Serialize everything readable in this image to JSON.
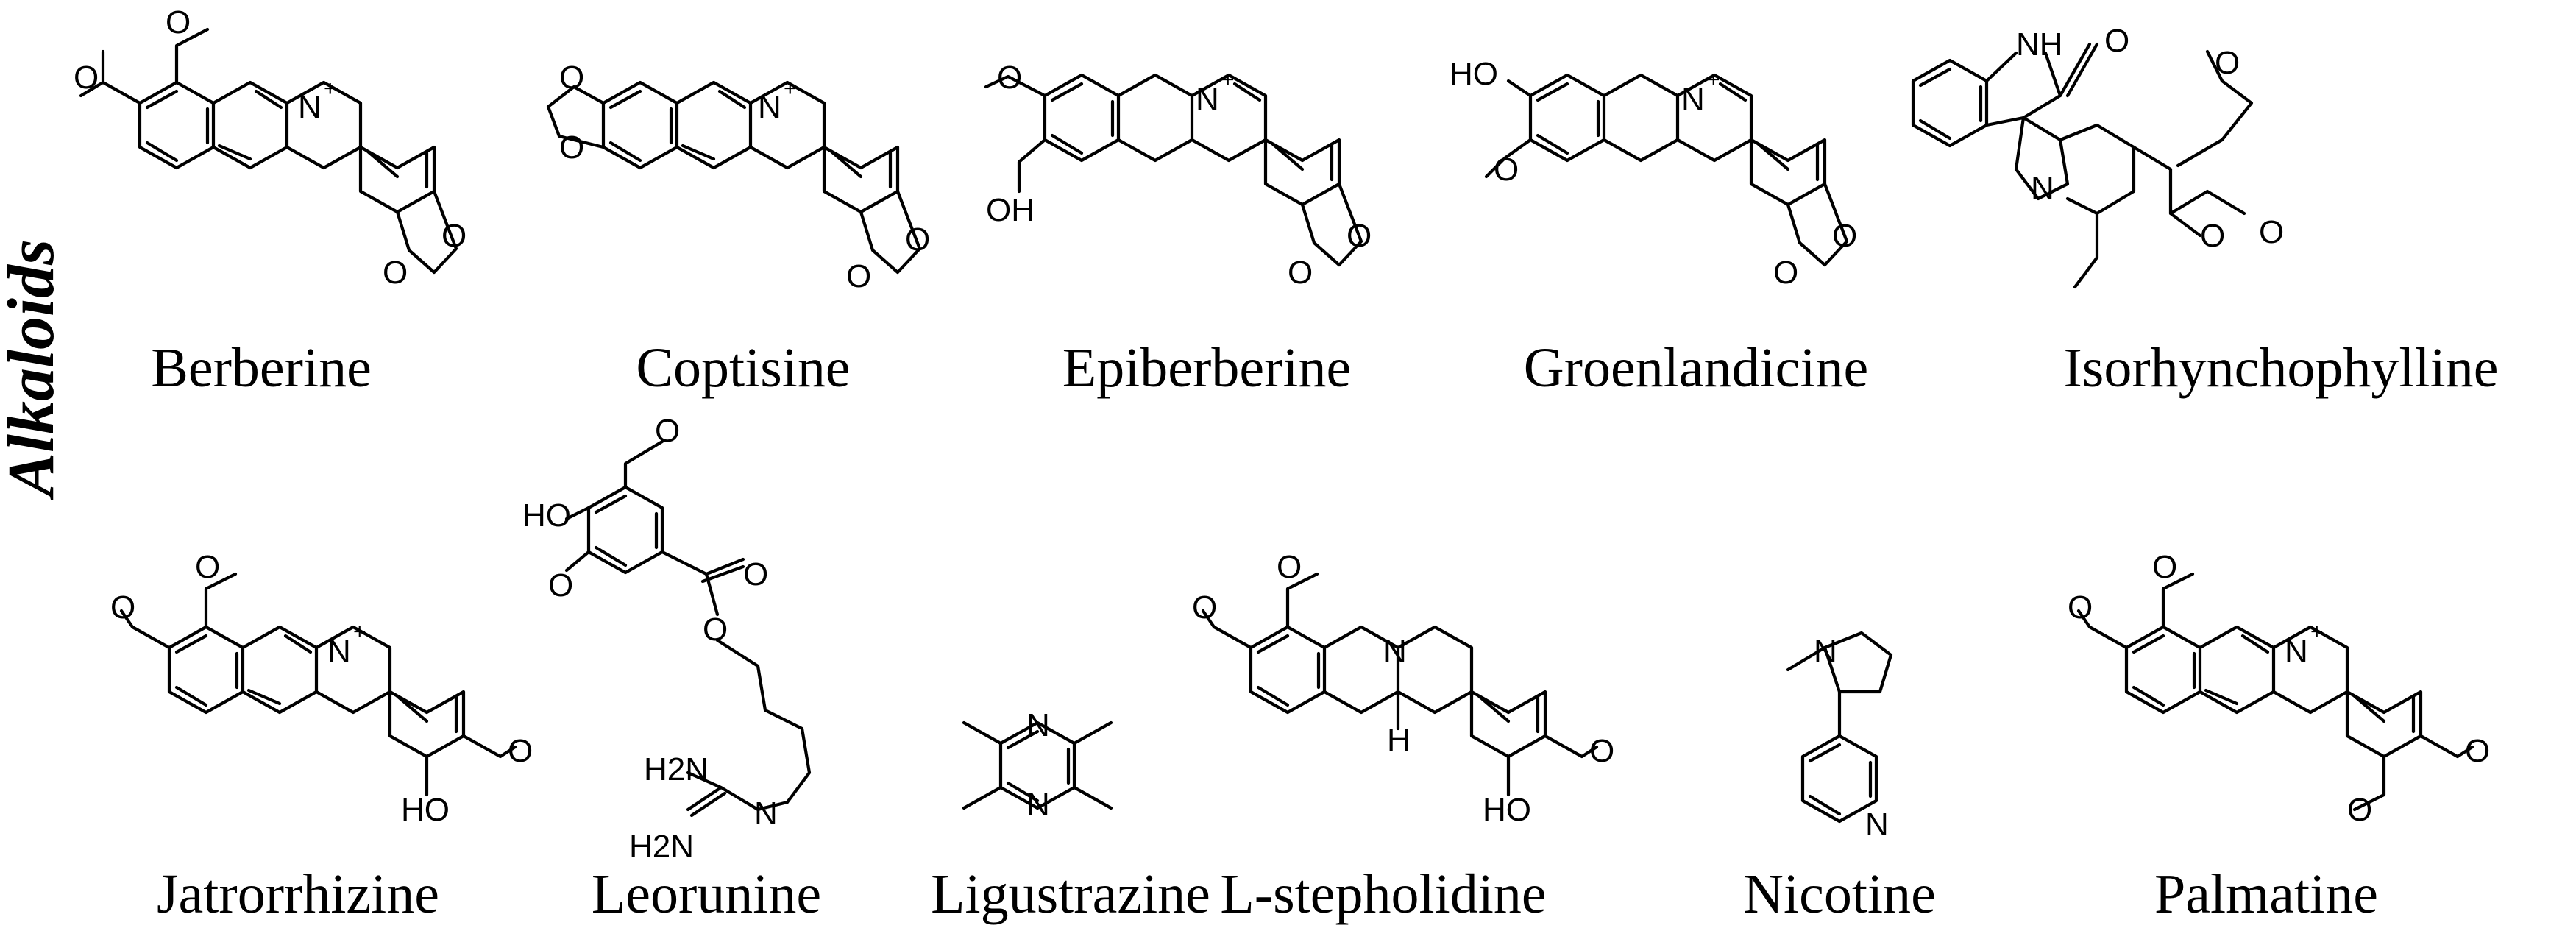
{
  "category_label": "Alkaloids",
  "compounds": [
    {
      "name": "Berberine",
      "atoms": [
        "N",
        "+",
        "O",
        "O",
        "O",
        "O"
      ]
    },
    {
      "name": "Coptisine",
      "atoms": [
        "N",
        "+",
        "O",
        "O",
        "O",
        "O"
      ]
    },
    {
      "name": "Epiberberine",
      "atoms": [
        "N",
        "+",
        "O",
        "OH",
        "O",
        "O"
      ]
    },
    {
      "name": "Groenlandicine",
      "atoms": [
        "HO",
        "N",
        "+",
        "O",
        "O",
        "O"
      ]
    },
    {
      "name": "Isorhynchophylline",
      "atoms": [
        "NH",
        "O",
        "N",
        "O",
        "O",
        "O"
      ]
    },
    {
      "name": "Jatrorrhizine",
      "atoms": [
        "N",
        "+",
        "O",
        "O",
        "O",
        "HO"
      ]
    },
    {
      "name": "Leorunine",
      "atoms": [
        "HO",
        "O",
        "O",
        "O",
        "O",
        "H2N",
        "H2N",
        "N"
      ]
    },
    {
      "name": "Ligustrazine",
      "atoms": [
        "N",
        "N"
      ]
    },
    {
      "name": "L-stepholidine",
      "atoms": [
        "N",
        "H",
        "O",
        "O",
        "O",
        "HO"
      ]
    },
    {
      "name": "Nicotine",
      "atoms": [
        "N",
        "N"
      ]
    },
    {
      "name": "Palmatine",
      "atoms": [
        "N",
        "+",
        "O",
        "O",
        "O",
        "O"
      ]
    }
  ]
}
